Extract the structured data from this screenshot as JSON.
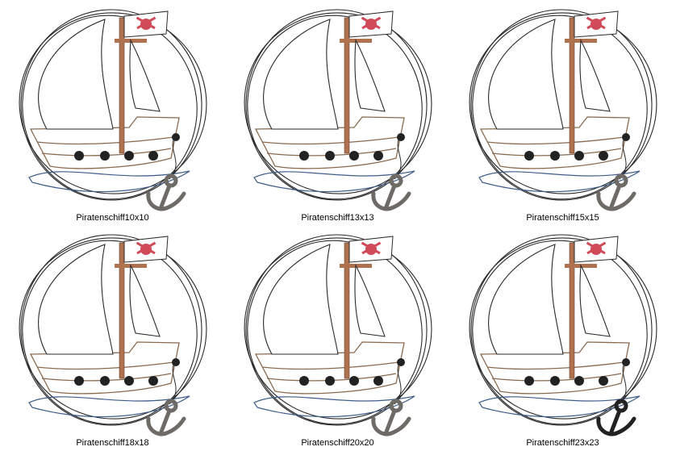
{
  "thumbnails": [
    {
      "label": "Piratenschiff10x10",
      "anchor_color": "#6e6a66"
    },
    {
      "label": "Piratenschiff13x13",
      "anchor_color": "#6e6a66"
    },
    {
      "label": "Piratenschiff15x15",
      "anchor_color": "#6e6a66"
    },
    {
      "label": "Piratenschiff18x18",
      "anchor_color": "#6e6a66"
    },
    {
      "label": "Piratenschiff20x20",
      "anchor_color": "#6e6a66"
    },
    {
      "label": "Piratenschiff23x23",
      "anchor_color": "#222222"
    }
  ],
  "colors": {
    "outline": "#2a2a2a",
    "mast": "#b0714f",
    "hull": "#8a6a4f",
    "skull": "#d04a5a",
    "water": "#3f5d8a",
    "cannonball": "#222222"
  }
}
